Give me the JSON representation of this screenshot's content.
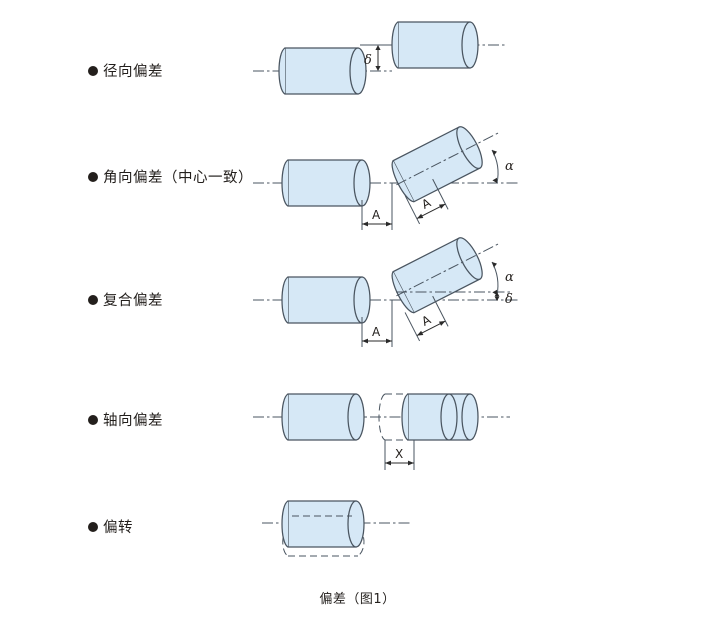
{
  "figure": {
    "caption": "偏差（图1）",
    "colors": {
      "cylinder_fill": "#d6e8f6",
      "cylinder_stroke": "#4a5560",
      "text": "#231f1c",
      "background": "#ffffff"
    }
  },
  "rows": [
    {
      "id": "radial",
      "label": "●径向偏差",
      "label_text": "径向偏差",
      "annotations": [
        {
          "name": "radial-offset-symbol",
          "text": "δ"
        }
      ]
    },
    {
      "id": "angular",
      "label": "●角向偏差（中心一致）",
      "label_text": "角向偏差（中心一致）",
      "annotations": [
        {
          "name": "angle-symbol",
          "text": "α"
        },
        {
          "name": "dimension-a-left",
          "text": "A"
        },
        {
          "name": "dimension-a-right",
          "text": "A"
        }
      ]
    },
    {
      "id": "combined",
      "label": "●复合偏差",
      "label_text": "复合偏差",
      "annotations": [
        {
          "name": "angle-symbol",
          "text": "α"
        },
        {
          "name": "offset-symbol",
          "text": "δ"
        },
        {
          "name": "dimension-a-left",
          "text": "A"
        },
        {
          "name": "dimension-a-right",
          "text": "A"
        }
      ]
    },
    {
      "id": "axial",
      "label": "●轴向偏差",
      "label_text": "轴向偏差",
      "annotations": [
        {
          "name": "axial-dimension-x",
          "text": "X"
        }
      ]
    },
    {
      "id": "deflection",
      "label": "●偏转",
      "label_text": "偏转",
      "annotations": []
    }
  ]
}
